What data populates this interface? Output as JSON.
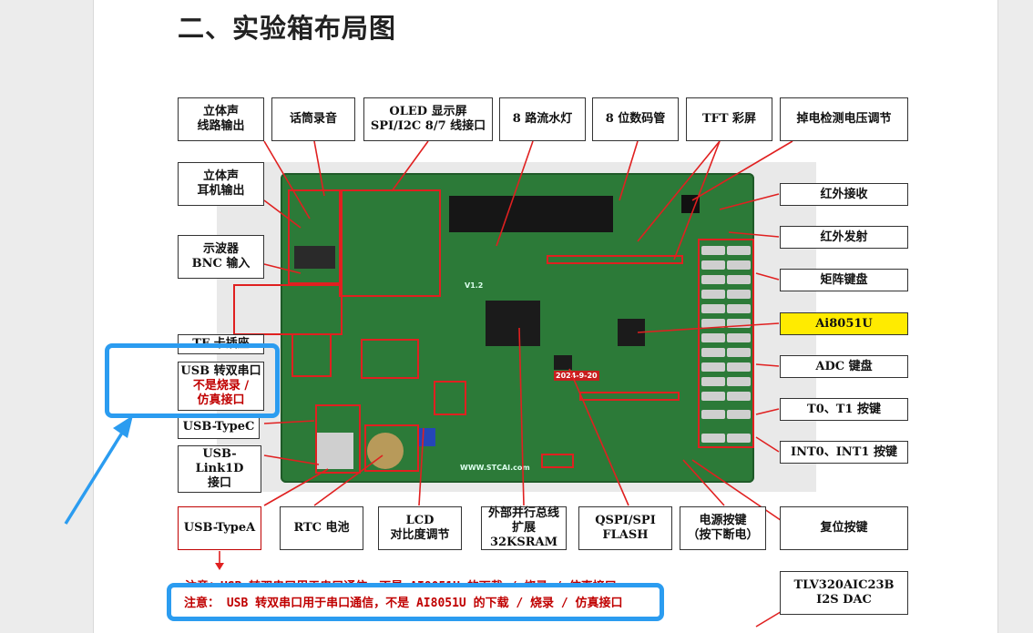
{
  "heading": "二、实验箱布局图",
  "labels": {
    "stereo_line": [
      "立体声",
      "线路输出"
    ],
    "mic": "话筒录音",
    "oled": [
      "OLED 显示屏",
      "SPI/I2C 8/7 线接口"
    ],
    "led8": "8 路流水灯",
    "seg8": "8 位数码管",
    "tft": "TFT 彩屏",
    "power_detect": "掉电检测电压调节",
    "stereo_ear": [
      "立体声",
      "耳机输出"
    ],
    "bnc": [
      "示波器",
      "BNC 输入"
    ],
    "tf_card": "TF 卡插座",
    "usb_dual": [
      "USB 转双串口"
    ],
    "usb_dual_red": [
      "不是烧录 /",
      "仿真接口"
    ],
    "usb_typec": "USB-TypeC",
    "usb_link": [
      "USB-Link1D",
      "接口"
    ],
    "usb_typea": "USB-TypeA",
    "rtc": "RTC 电池",
    "lcd": [
      "LCD",
      "对比度调节"
    ],
    "bus": [
      "外部并行总线",
      "扩展 32KSRAM"
    ],
    "qspi": [
      "QSPI/SPI",
      "FLASH"
    ],
    "power_key": [
      "电源按键",
      "（按下断电）"
    ],
    "reset": "复位按键",
    "ir_rx": "红外接收",
    "ir_tx": "红外发射",
    "matrix": "矩阵键盘",
    "mcu": "Ai8051U",
    "adc": "ADC 键盘",
    "t01": "T0、T1 按键",
    "int01": "INT0、INT1 按键",
    "dac": [
      "TLV320AIC23B",
      "I2S DAC"
    ]
  },
  "notes": {
    "partial": "注意：USB 转双串口用于串口通信，不是 AI8051U 的下载 / 烧录 / 仿真接口",
    "main": "注意： USB 转双串口用于串口通信，不是 AI8051U 的下载 / 烧录 / 仿真接口"
  },
  "board": {
    "silk_date": "2024-9-20",
    "version": "V1.2",
    "website": "WWW.STCAI.com"
  },
  "colors": {
    "highlight": "#ffeb00",
    "annotation_red": "#c00000",
    "callout_blue": "#2b9cf0",
    "pcb_green": "#2c7a38"
  }
}
